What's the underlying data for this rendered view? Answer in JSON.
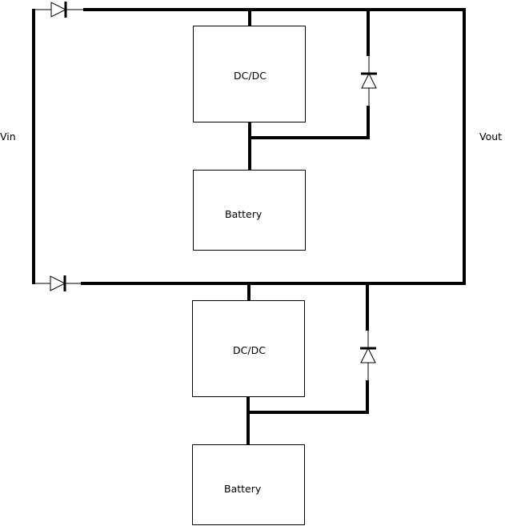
{
  "labels": {
    "vin": "Vin",
    "vout": "Vout"
  },
  "blocks": {
    "converter_top": "DC/DC",
    "battery_top": "Battery",
    "converter_bottom": "DC/DC",
    "battery_bottom": "Battery"
  }
}
